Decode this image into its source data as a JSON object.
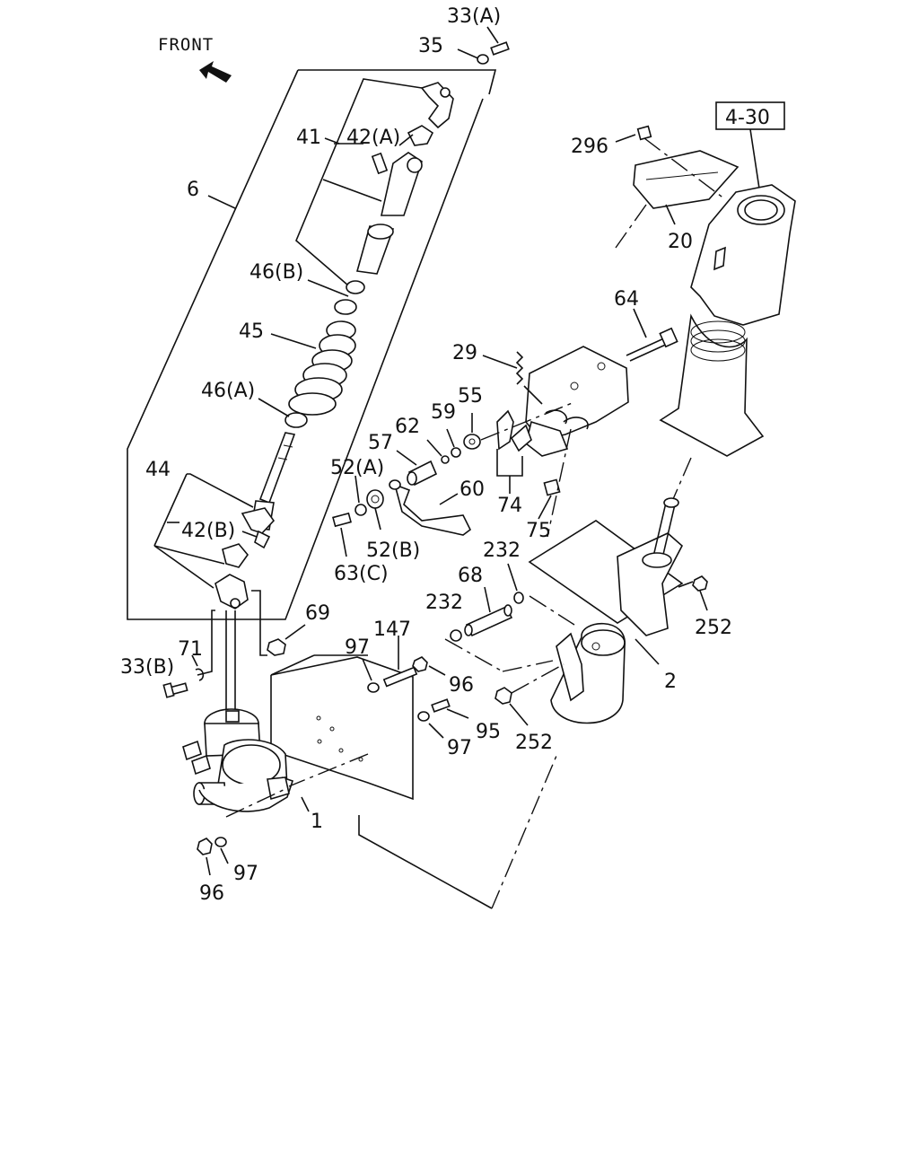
{
  "direction_label": "FRONT",
  "ref_box": "4-30",
  "labels": {
    "l33a": "33(A)",
    "l35": "35",
    "l41": "41",
    "l42a": "42(A)",
    "l6": "6",
    "l46b": "46(B)",
    "l45": "45",
    "l46a": "46(A)",
    "l44": "44",
    "l42b": "42(B)",
    "l69": "69",
    "l71": "71",
    "l33b": "33(B)",
    "l97a": "97",
    "l147": "147",
    "l96a": "96",
    "l95": "95",
    "l97b": "97",
    "l1": "1",
    "l96b": "96",
    "l97c": "97",
    "l296": "296",
    "l20": "20",
    "l64": "64",
    "l29": "29",
    "l55": "55",
    "l59": "59",
    "l62": "62",
    "l57": "57",
    "l52a": "52(A)",
    "l60": "60",
    "l74": "74",
    "l75": "75",
    "l63c": "63(C)",
    "l52b": "52(B)",
    "l232a": "232",
    "l68": "68",
    "l232b": "232",
    "l252a": "252",
    "l2": "2",
    "l252b": "252"
  }
}
